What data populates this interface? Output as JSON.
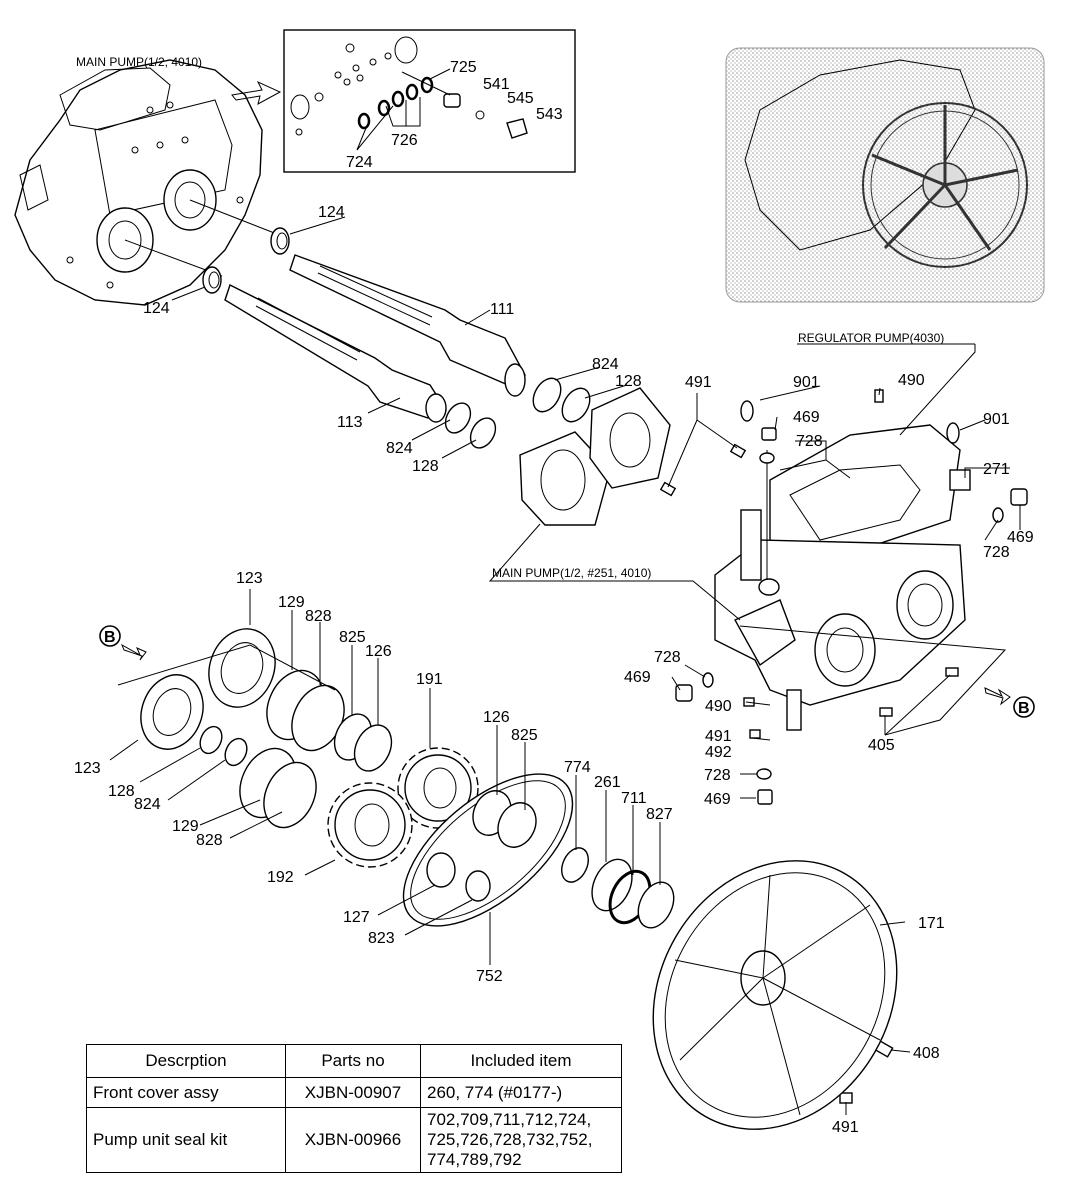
{
  "callouts": {
    "main_pump_top": "MAIN PUMP(1/2, 4010)",
    "regulator_pump": "REGULATOR PUMP(4030)",
    "main_pump_mid": "MAIN PUMP(1/2, #251, 4010)"
  },
  "part_labels": {
    "p725": "725",
    "p541": "541",
    "p545": "545",
    "p543": "543",
    "p726": "726",
    "p724": "724",
    "p124a": "124",
    "p124b": "124",
    "p111": "111",
    "p113": "113",
    "p824a": "824",
    "p128a": "128",
    "p824b": "824",
    "p128b": "128",
    "p491a": "491",
    "p901a": "901",
    "p490a": "490",
    "p469a": "469",
    "p728a": "728",
    "p901b": "901",
    "p271": "271",
    "p728b": "728",
    "p469b": "469",
    "p123a": "123",
    "p129a": "129",
    "p828a": "828",
    "p825a": "825",
    "p126a": "126",
    "p191": "191",
    "p123b": "123",
    "p128c": "128",
    "p824c": "824",
    "p129b": "129",
    "p828b": "828",
    "p192": "192",
    "p126b": "126",
    "p825b": "825",
    "p774": "774",
    "p261": "261",
    "p711": "711",
    "p827": "827",
    "p127": "127",
    "p823": "823",
    "p752": "752",
    "p171": "171",
    "p728c": "728",
    "p469c": "469",
    "p490b": "490",
    "p491b": "491",
    "p492": "492",
    "p405": "405",
    "p728d": "728",
    "p469d": "469",
    "p408": "408",
    "p491c": "491",
    "marker_b1": "B",
    "marker_b2": "B"
  },
  "table": {
    "headers": [
      "Descrption",
      "Parts no",
      "Included item"
    ],
    "rows": [
      {
        "description": "Front cover assy",
        "parts_no": "XJBN-00907",
        "included": "260, 774 (#0177-)"
      },
      {
        "description": "Pump unit seal kit",
        "parts_no": "XJBN-00966",
        "included_lines": [
          "702,709,711,712,724,",
          "725,726,728,732,752,",
          "774,789,792"
        ]
      }
    ]
  }
}
